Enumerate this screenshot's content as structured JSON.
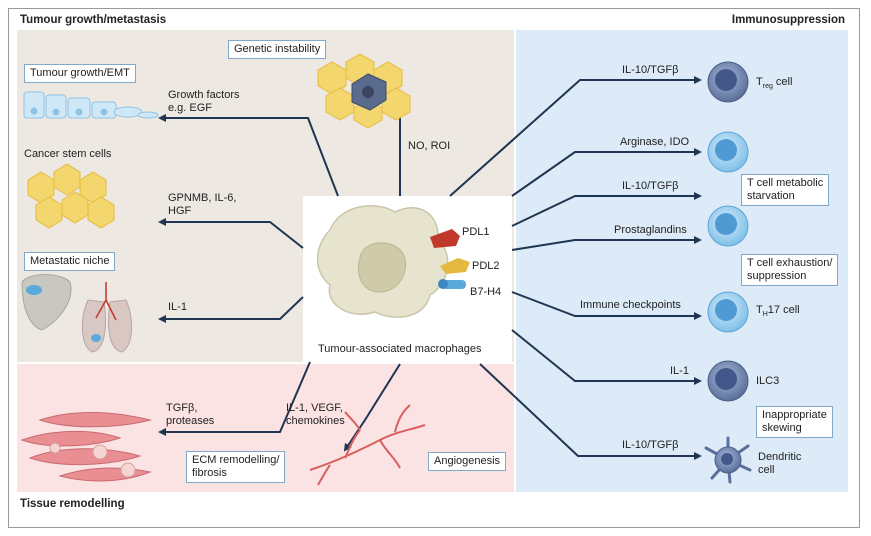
{
  "sections": {
    "tumour_growth_metastasis": "Tumour growth/metastasis",
    "immunosuppression": "Immunosuppression",
    "tissue_remodelling": "Tissue remodelling"
  },
  "centre": {
    "label": "Tumour-associated macrophages",
    "ligands": [
      "PDL1",
      "PDL2",
      "B7-H4"
    ]
  },
  "left": {
    "genetic_instability": "Genetic instability",
    "no_roi": "NO, ROI",
    "tumour_growth_emt": "Tumour growth/EMT",
    "growth_factors_1": "Growth factors",
    "growth_factors_2": "e.g. EGF",
    "cancer_stem_cells": "Cancer stem cells",
    "gpnmb_1": "GPNMB, IL-6,",
    "gpnmb_2": "HGF",
    "metastatic_niche": "Metastatic niche",
    "il1": "IL-1"
  },
  "bottom": {
    "tgfb_1": "TGFβ,",
    "tgfb_2": "proteases",
    "ecm_1": "ECM remodelling/",
    "ecm_2": "fibrosis",
    "il1vegf_1": "IL-1, VEGF,",
    "il1vegf_2": "chemokines",
    "angiogenesis": "Angiogenesis"
  },
  "right": {
    "arrows": [
      "IL-10/TGFβ",
      "Arginase, IDO",
      "IL-10/TGFβ",
      "Prostaglandins",
      "Immune checkpoints",
      "IL-1",
      "IL-10/TGFβ"
    ],
    "treg_main": "T",
    "treg_sub": "reg",
    "treg_rest": " cell",
    "metabolic_1": "T cell metabolic",
    "metabolic_2": "starvation",
    "exhaustion_1": "T cell exhaustion/",
    "exhaustion_2": "suppression",
    "th17_main": "T",
    "th17_sub": "H",
    "th17_rest": "17 cell",
    "ilc3": "ILC3",
    "skewing_1": "Inappropriate",
    "skewing_2": "skewing",
    "dendritic_1": "Dendritic",
    "dendritic_2": "cell"
  },
  "colors": {
    "beige_panel": "#ede9e2",
    "pink_panel": "#fbe3e3",
    "blue_panel": "#dcebf7",
    "arrow": "#1f3552",
    "cell_blue": "#8fc8ec"
  }
}
